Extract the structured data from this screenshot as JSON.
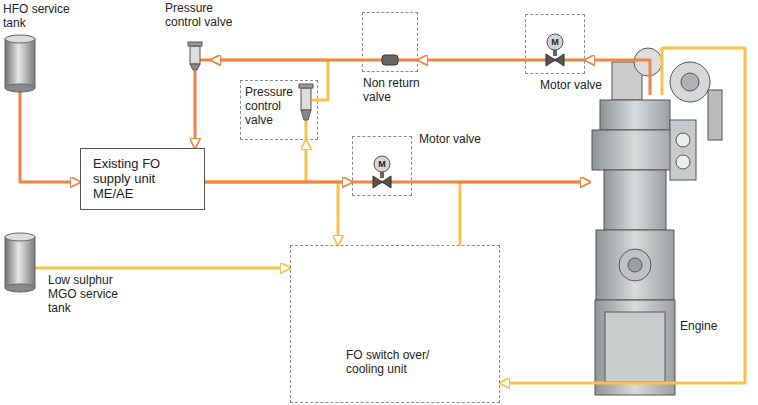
{
  "diagram": {
    "nodes": [
      {
        "text": [
          "HFO service tank"
        ]
      },
      {
        "text": [
          "Pressure control valve"
        ]
      },
      {
        "text": [
          "Non return valve"
        ]
      },
      {
        "text": [
          "Motor valve"
        ]
      },
      {
        "text": [
          "Pressure control valve"
        ]
      },
      {
        "text": [
          "Existing FO supply unit ME/AE"
        ]
      },
      {
        "text": [
          "Motor valve"
        ]
      },
      {
        "text": [
          "Engine"
        ]
      },
      {
        "text": [
          "Low sulphur MGO service tank"
        ]
      },
      {
        "text": [
          "FO switch over/ cooling unit"
        ]
      }
    ],
    "edges": [
      {
        "from": 0,
        "to": 5,
        "arrow": "to"
      },
      {
        "from": 5,
        "to": 6,
        "arrow": "to"
      },
      {
        "from": 6,
        "to": 7,
        "arrow": "to"
      },
      {
        "from": 7,
        "to": 3,
        "arrow": "to"
      },
      {
        "from": 3,
        "to": 2,
        "arrow": "to"
      },
      {
        "from": 2,
        "to": 1,
        "arrow": "to"
      },
      {
        "from": 1,
        "to": 5,
        "arrow": "to"
      },
      {
        "from": 8,
        "to": 9,
        "arrow": "to"
      },
      {
        "from": 5,
        "to": 9,
        "arrow": "to"
      },
      {
        "from": 9,
        "to": 7,
        "arrow": "to"
      },
      {
        "from": 7,
        "to": 9,
        "arrow": "to"
      },
      {
        "from": 5,
        "to": 4,
        "arrow": "to"
      },
      {
        "from": 4,
        "to": 1,
        "arrow": "to"
      }
    ],
    "labels": [
      "M",
      "M"
    ]
  }
}
